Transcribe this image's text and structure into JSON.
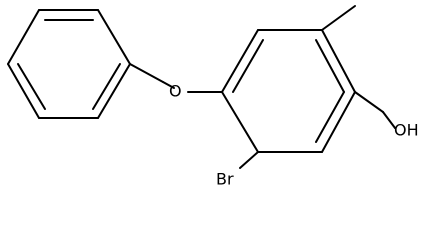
{
  "molecule": {
    "atoms": {
      "oxygen_ether": "O",
      "oxygen_hydroxyl": "OH",
      "bromine": "Br"
    }
  },
  "colors": {
    "bond": "#000000",
    "text": "#000000",
    "background": "#ffffff"
  }
}
